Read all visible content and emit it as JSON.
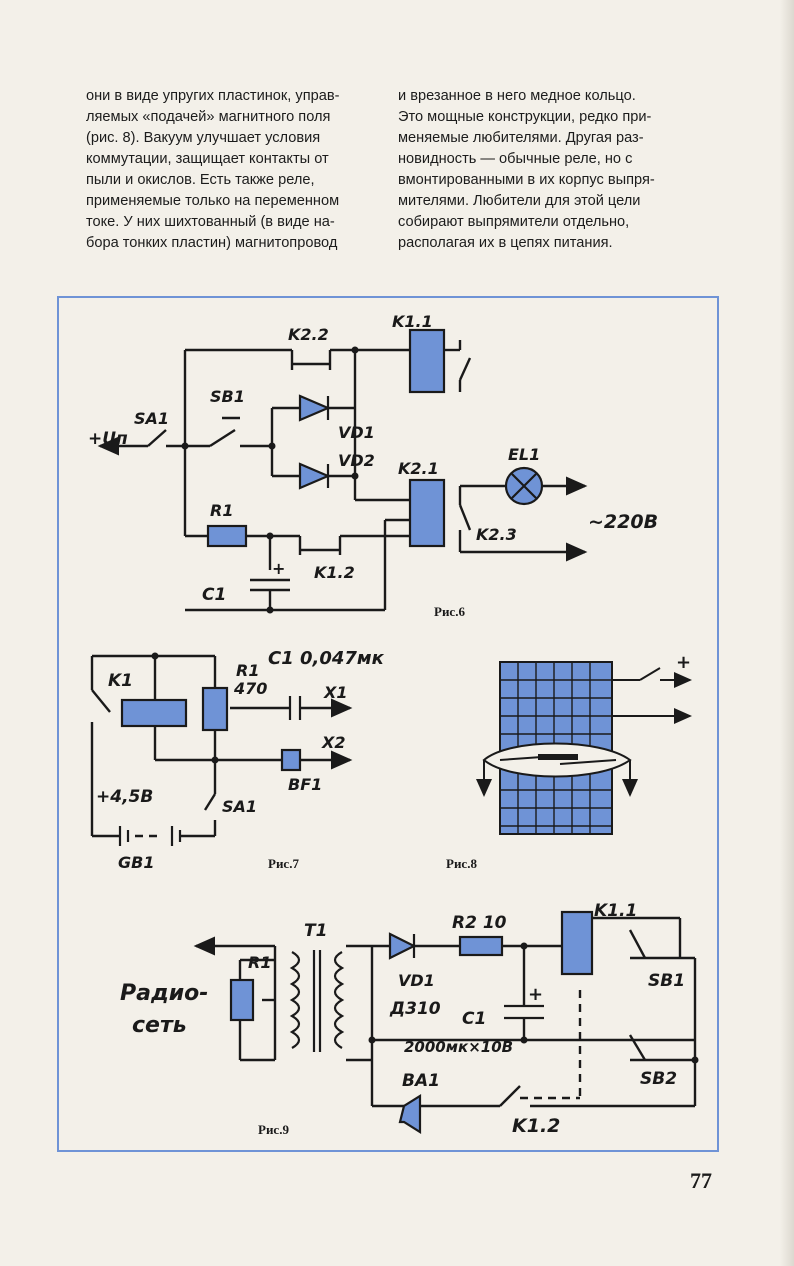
{
  "text": {
    "left_column": [
      "они в виде упругих пластинок, управ-",
      "ляемых «подачей» магнитного поля",
      "(рис. 8). Вакуум улучшает условия",
      "коммутации, защищает контакты от",
      "пыли и окислов. Есть также реле,",
      "применяемые только на переменном",
      "токе. У них шихтованный (в виде на-",
      "бора тонких пластин) магнитопровод"
    ],
    "right_column": [
      "и врезанное в него медное кольцо.",
      "Это мощные конструкции, редко при-",
      "меняемые любителями. Другая раз-",
      "новидность — обычные реле, но с",
      "вмонтированными в их корпус выпря-",
      "мителями. Любители для этой цели",
      "собирают выпрямители отдельно,",
      "располагая их в цепях питания."
    ]
  },
  "fig6": {
    "caption": "Рис.6",
    "labels": {
      "K11": "K1.1",
      "K22": "K2.2",
      "SB1": "SB1",
      "SA1": "SA1",
      "Un": "+Uп",
      "VD1": "VD1",
      "VD2": "VD2",
      "EL1": "EL1",
      "K21": "K2.1",
      "R1": "R1",
      "K23": "K2.3",
      "V220": "~220B",
      "K12": "K1.2",
      "C1": "C1"
    }
  },
  "fig7": {
    "caption": "Рис.7",
    "labels": {
      "C1": "C1 0,047мк",
      "R1": "R1",
      "R1v": "470",
      "X1": "X1",
      "K1": "K1",
      "X2": "X2",
      "V45": "+4,5B",
      "SA1": "SA1",
      "BF1": "BF1",
      "GB1": "GB1"
    }
  },
  "fig8": {
    "caption": "Рис.8",
    "plus": "+"
  },
  "fig9": {
    "caption": "Рис.9",
    "labels": {
      "T1": "T1",
      "R2": "R2 10",
      "K11": "K1.1",
      "R1": "R1",
      "VD1": "VD1",
      "SB1": "SB1",
      "radio1": "Радио-",
      "radio2": "сеть",
      "D310": "Д310",
      "C1": "C1",
      "plus": "+",
      "C1v": "2000мк×10B",
      "BA1": "BA1",
      "SB2": "SB2",
      "K12": "K1.2"
    }
  },
  "page_number": "77"
}
